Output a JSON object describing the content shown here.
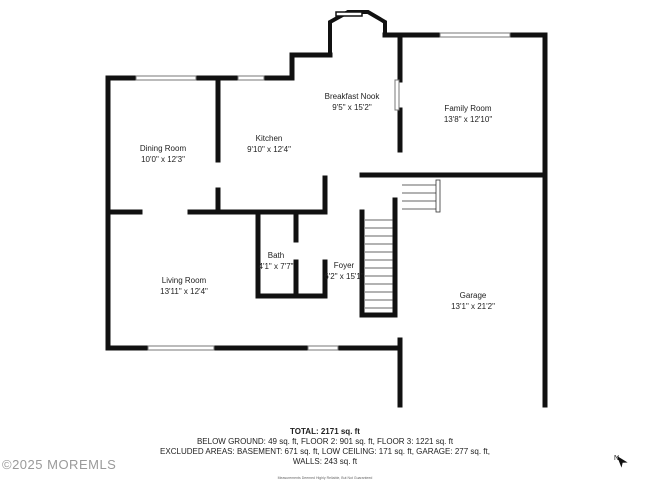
{
  "rooms": [
    {
      "name": "Breakfast Nook",
      "size": "9'5\" x 15'2\""
    },
    {
      "name": "Family Room",
      "size": "13'8\" x 12'10\""
    },
    {
      "name": "Dining Room",
      "size": "10'0\" x 12'3\""
    },
    {
      "name": "Kitchen",
      "size": "9'10\" x 12'4\""
    },
    {
      "name": "Bath",
      "size": "4'1\" x 7'7\""
    },
    {
      "name": "Foyer",
      "size": "6'2\" x 15'1\""
    },
    {
      "name": "Living Room",
      "size": "13'11\" x 12'4\""
    },
    {
      "name": "Garage",
      "size": "13'1\" x 21'2\""
    }
  ],
  "summary": {
    "total": "TOTAL: 2171 sq. ft",
    "line1": "BELOW GROUND: 49 sq. ft, FLOOR 2: 901 sq. ft, FLOOR 3: 1221 sq. ft",
    "line2": "EXCLUDED AREAS: BASEMENT: 671 sq. ft, LOW CEILING: 171 sq. ft, GARAGE: 277 sq. ft,",
    "line3": "WALLS: 243 sq. ft",
    "disclaimer": "Measurements Deemed Highly Reliable, But Not Guaranteed"
  },
  "watermark": "©2025 MOREMLS",
  "compass": "N"
}
